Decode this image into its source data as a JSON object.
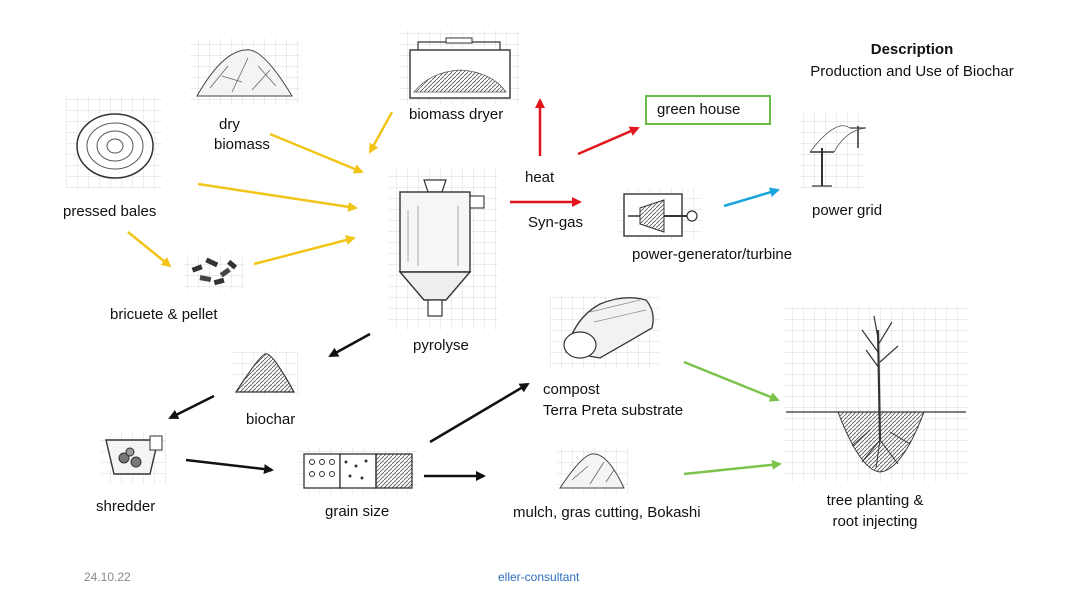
{
  "header": {
    "title": "Description",
    "subtitle": "Production and Use of Biochar"
  },
  "nodes": {
    "dry_biomass": [
      "dry",
      "biomass"
    ],
    "biomass_dryer": "biomass dryer",
    "pressed_bales": "pressed bales",
    "bricuete_pellet": "bricuete & pellet",
    "pyrolyse": "pyrolyse",
    "heat": "heat",
    "syn_gas": "Syn-gas",
    "green_house": "green house",
    "power_generator": "power-generator/turbine",
    "power_grid": "power grid",
    "biochar": "biochar",
    "shredder": "shredder",
    "grain_size": "grain size",
    "compost": [
      "compost",
      "Terra Preta substrate"
    ],
    "mulch": "mulch, gras cutting, Bokashi",
    "tree_planting": [
      "tree planting &",
      "root injecting"
    ]
  },
  "footer": {
    "date": "24.10.22",
    "author": "eller-consultant"
  },
  "colors": {
    "input_arrow": "#f2c417",
    "energy_arrow": "#e0161c",
    "power_arrow": "#19a6dc",
    "product_arrow": "#111111",
    "plant_arrow": "#7cc24d",
    "green_house_border": "#6dbb47",
    "footer_author": "#2a6ebb",
    "footer_date": "#888888"
  }
}
